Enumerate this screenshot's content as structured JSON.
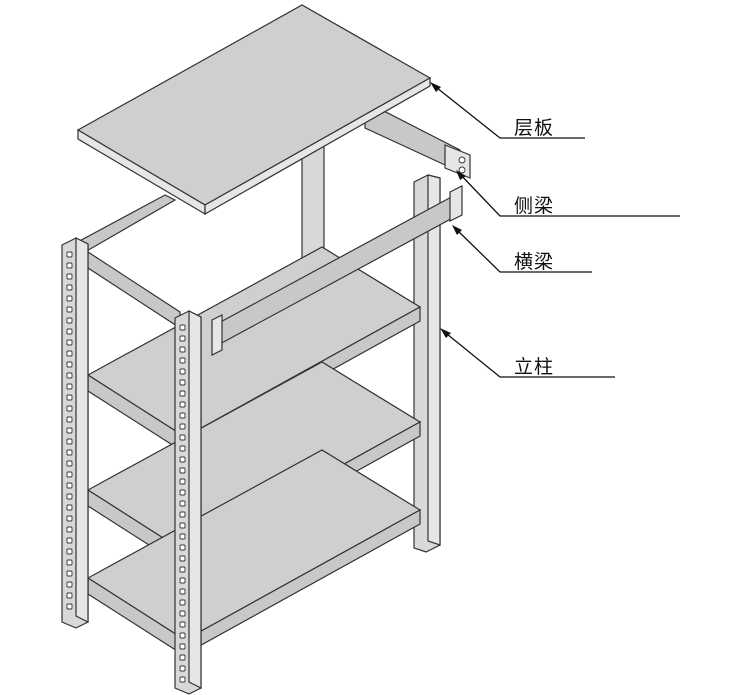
{
  "labels": {
    "shelf_board": "层板",
    "side_beam": "侧梁",
    "cross_beam": "横梁",
    "upright": "立柱"
  },
  "colors": {
    "part_fill": "#cfcfcf",
    "outline": "#333333",
    "leader": "#111111"
  }
}
